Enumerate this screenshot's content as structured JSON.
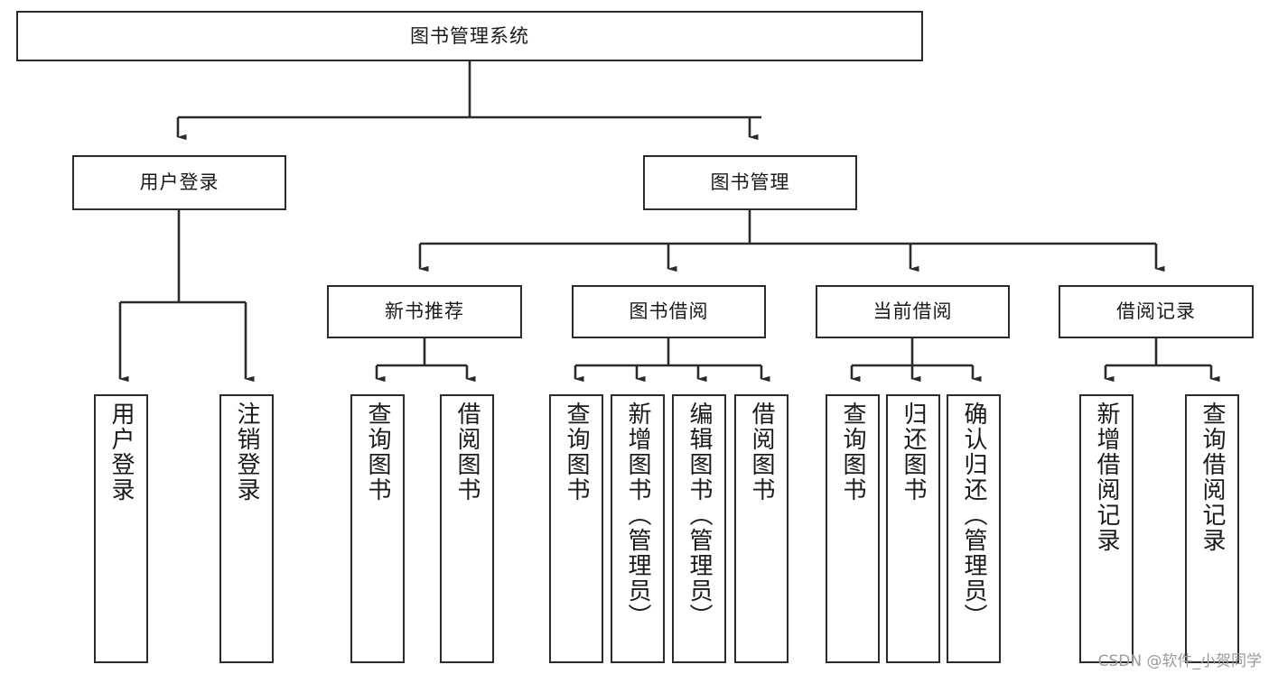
{
  "diagram": {
    "title": "图书管理系统",
    "type": "tree",
    "stroke_color": "#2b2b2b",
    "fill_color": "#ffffff",
    "watermark": "CSDN @软件_小贺同学",
    "nodes": {
      "root": {
        "label": "图书管理系统"
      },
      "level1": [
        {
          "label": "用户登录"
        },
        {
          "label": "图书管理"
        }
      ],
      "level2": [
        {
          "label": "新书推荐"
        },
        {
          "label": "图书借阅"
        },
        {
          "label": "当前借阅"
        },
        {
          "label": "借阅记录"
        }
      ],
      "leaves": {
        "user_login": [
          {
            "label": "用户登录"
          },
          {
            "label": "注销登录"
          }
        ],
        "new_book": [
          {
            "label": "查询图书"
          },
          {
            "label": "借阅图书"
          }
        ],
        "book_borrow": [
          {
            "label": "查询图书"
          },
          {
            "label": "新增图书（管理员）"
          },
          {
            "label": "编辑图书（管理员）"
          },
          {
            "label": "借阅图书"
          }
        ],
        "current_borrow": [
          {
            "label": "查询图书"
          },
          {
            "label": "归还图书"
          },
          {
            "label": "确认归还（管理员）"
          }
        ],
        "borrow_record": [
          {
            "label": "新增借阅记录"
          },
          {
            "label": "查询借阅记录"
          }
        ]
      }
    }
  }
}
